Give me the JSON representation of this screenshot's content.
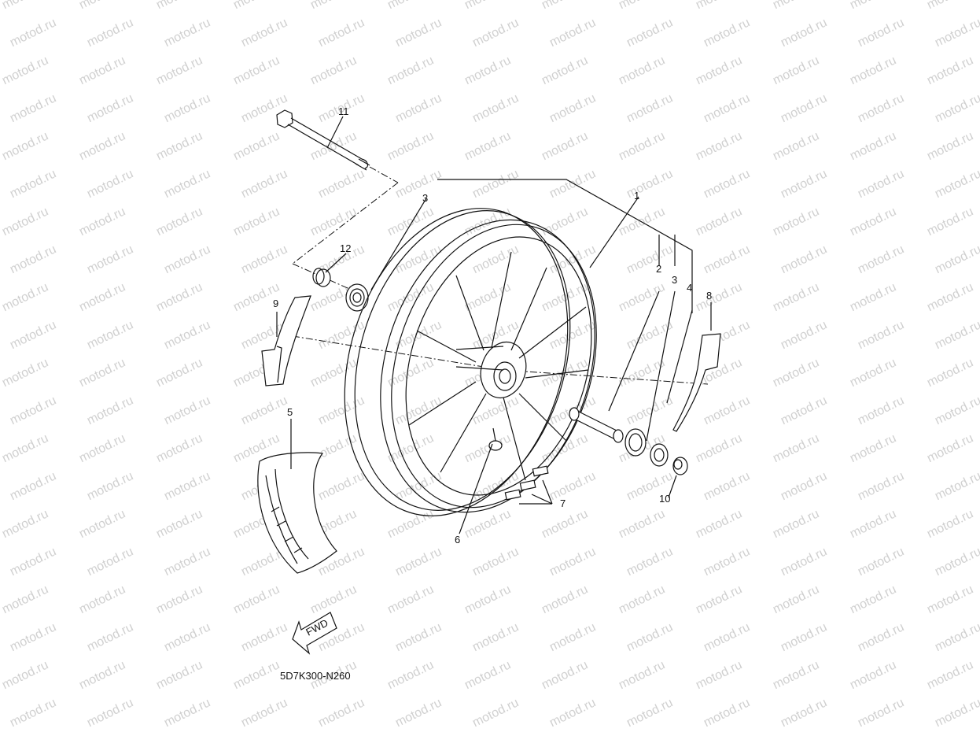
{
  "watermark": "motod.ru",
  "diagram_code": "5D7K300-N260",
  "fwd_label": "FWD",
  "callouts": {
    "c1": "1",
    "c2": "2",
    "c3a": "3",
    "c3b": "3",
    "c4": "4",
    "c5": "5",
    "c6": "6",
    "c7": "7",
    "c8": "8",
    "c9": "9",
    "c10": "10",
    "c11": "11",
    "c12": "12"
  }
}
